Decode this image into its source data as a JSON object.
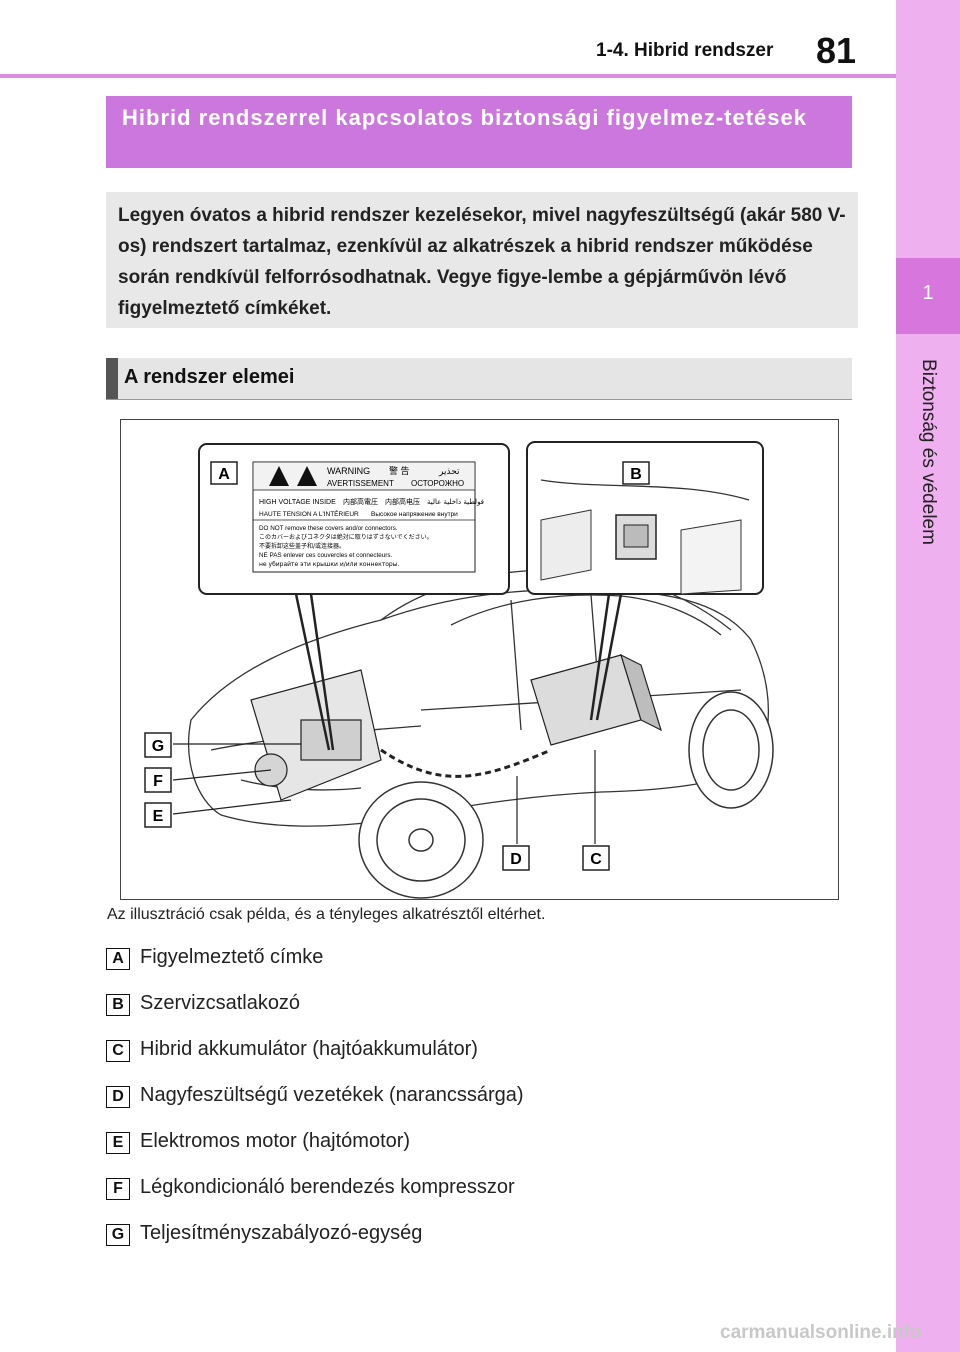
{
  "header": {
    "section": "1-4. Hibrid rendszer",
    "page_number": "81"
  },
  "side_tab": {
    "number": "1",
    "text": "Biztonság és védelem"
  },
  "title": "Hibrid rendszerrel kapcsolatos biztonsági figyelmez-tetések",
  "summary": "Legyen óvatos a hibrid rendszer kezelésekor, mivel nagyfeszültségű (akár 580 V-os) rendszert tartalmaz, ezenkívül az alkatrészek a hibrid rendszer működése során rendkívül felforrósodhatnak. Vegye figye-lembe a gépjárművön lévő figyelmeztető címkéket.",
  "section": {
    "title": "A rendszer elemei"
  },
  "figure": {
    "callouts": [
      "A",
      "B",
      "C",
      "D",
      "E",
      "F",
      "G"
    ],
    "warning_label": {
      "row1_a": "WARNING",
      "row1_b": "警 告",
      "row1_c": "تحذير",
      "row2_a": "AVERTISSEMENT",
      "row2_b": "ОСТОРОЖНО",
      "row3_a": "HIGH VOLTAGE INSIDE",
      "row3_b": "内部高電圧",
      "row3_c": "内部高电压",
      "row3_d": "فولطية داخلية عالية",
      "row4_a": "HAUTE TENSION A L'INTÉRIEUR",
      "row4_b": "Высокое напряжение внутри",
      "line1": "DO NOT remove these covers and/or connectors.",
      "line2": "このカバーおよびコネクタは絶対に取りはずさないでください。",
      "line3": "不要拆卸这些盖子和/或连接器。",
      "line4": "NE PAS enlever ces couvercles et connecteurs.",
      "line5": "не убирайте эти крышки и/или коннекторы."
    }
  },
  "caption": "Az illusztráció csak példa, és a tényleges alkatrésztől eltérhet.",
  "legend": [
    {
      "letter": "A",
      "label": "Figyelmeztető címke"
    },
    {
      "letter": "B",
      "label": "Szervizcsatlakozó"
    },
    {
      "letter": "C",
      "label": "Hibrid akkumulátor (hajtóakkumulátor)"
    },
    {
      "letter": "D",
      "label": "Nagyfeszültségű vezetékek (narancssárga)"
    },
    {
      "letter": "E",
      "label": "Elektromos motor (hajtómotor)"
    },
    {
      "letter": "F",
      "label": "Légkondicionáló berendezés kompresszor"
    },
    {
      "letter": "G",
      "label": "Teljesítményszabályozó-egység"
    }
  ],
  "watermark": "carmanualsonline.info",
  "colors": {
    "accent": "#cc77dd",
    "tab": "#eeb0ee",
    "tab_block": "#d776dc",
    "box_gray": "#e8e8e8"
  }
}
